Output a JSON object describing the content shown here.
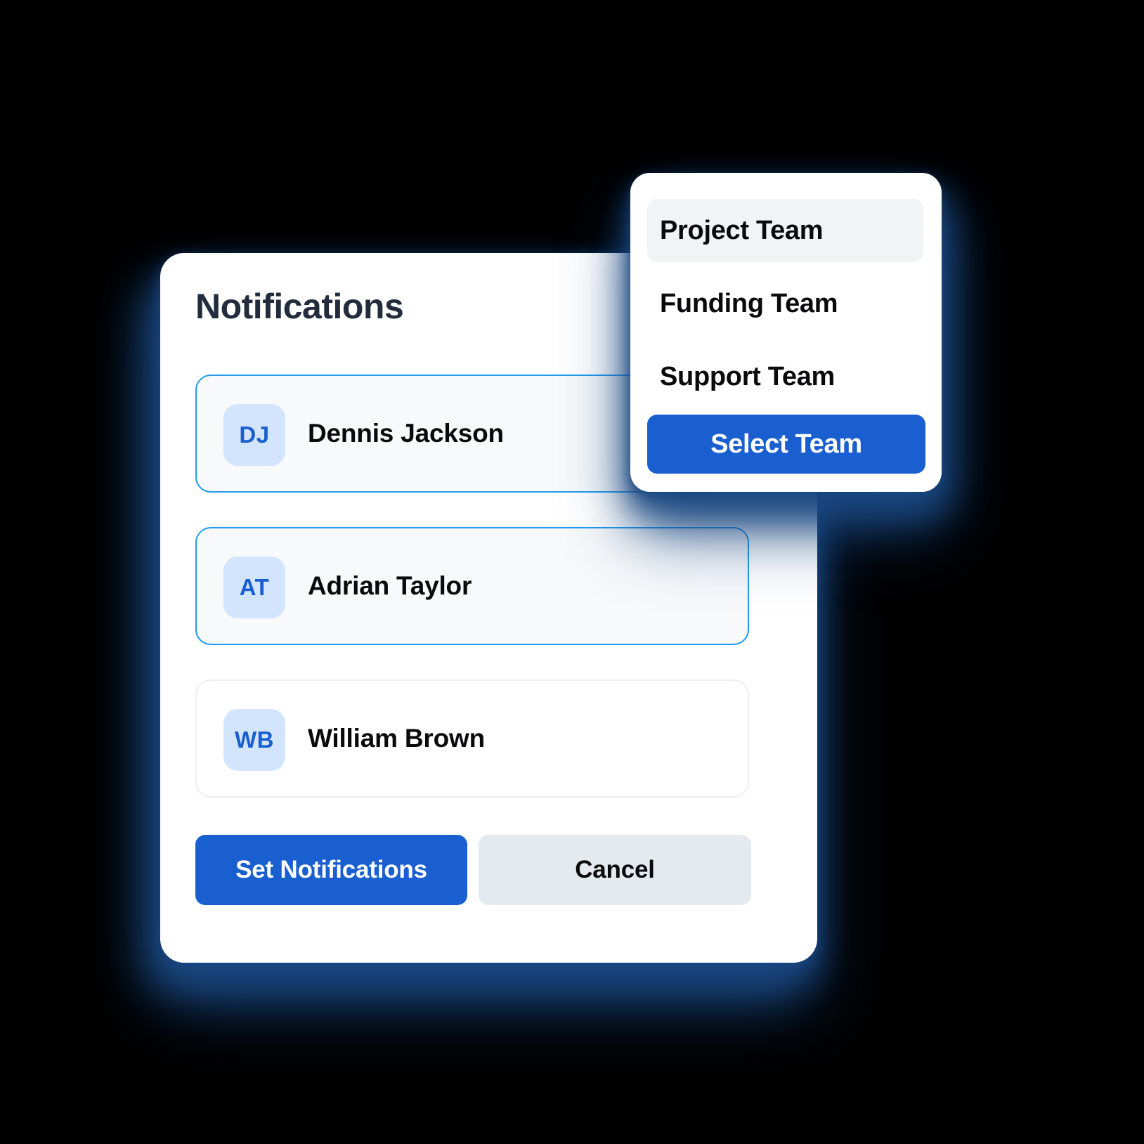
{
  "notifications_card": {
    "title": "Notifications",
    "people": [
      {
        "initials": "DJ",
        "name": "Dennis Jackson",
        "state": "selected"
      },
      {
        "initials": "AT",
        "name": "Adrian Taylor",
        "state": "selected"
      },
      {
        "initials": "WB",
        "name": "William Brown",
        "state": "plain"
      }
    ],
    "actions": {
      "primary_label": "Set Notifications",
      "secondary_label": "Cancel"
    }
  },
  "team_dropdown": {
    "options": [
      {
        "label": "Project Team",
        "active": true
      },
      {
        "label": "Funding Team",
        "active": false
      },
      {
        "label": "Support Team",
        "active": false
      }
    ],
    "confirm_label": "Select Team"
  },
  "colors": {
    "accent_blue": "#1a5fd0",
    "selected_border": "#219bf0",
    "avatar_bg": "#d3e5fc",
    "avatar_text": "#1a5fd0",
    "row_selected_bg": "#f7f9fb",
    "row_plain_border": "#eceef1",
    "cancel_bg": "#e5e9f0",
    "title_text": "#222c3c",
    "option_active_bg": "#f2f3f5",
    "page_background": "#000000"
  }
}
